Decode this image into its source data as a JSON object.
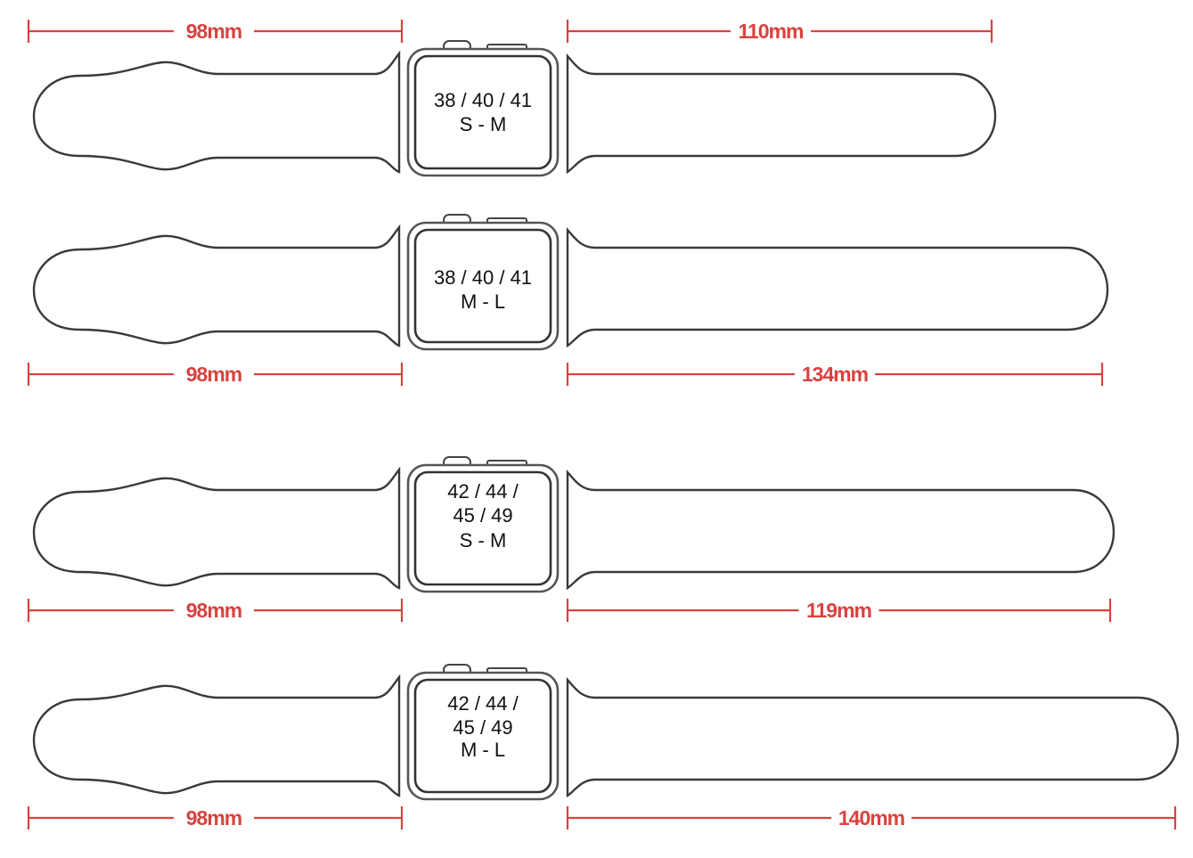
{
  "rows": [
    {
      "sizes": [
        "38 / 40 / 41",
        "S - M"
      ],
      "left_label": "98mm",
      "right_label": "110mm",
      "left_mm": 98,
      "right_mm": 110
    },
    {
      "sizes": [
        "38 / 40 / 41",
        "M - L"
      ],
      "left_label": "98mm",
      "right_label": "134mm",
      "left_mm": 98,
      "right_mm": 134
    },
    {
      "sizes": [
        "42 / 44 /",
        "45 / 49",
        "S - M"
      ],
      "left_label": "98mm",
      "right_label": "119mm",
      "left_mm": 98,
      "right_mm": 119
    },
    {
      "sizes": [
        "42 / 44 /",
        "45 / 49",
        "M - L"
      ],
      "left_label": "98mm",
      "right_label": "140mm",
      "left_mm": 98,
      "right_mm": 140
    }
  ],
  "colors": {
    "dimension": "#d9423f",
    "outline": "#3a3a3a"
  }
}
